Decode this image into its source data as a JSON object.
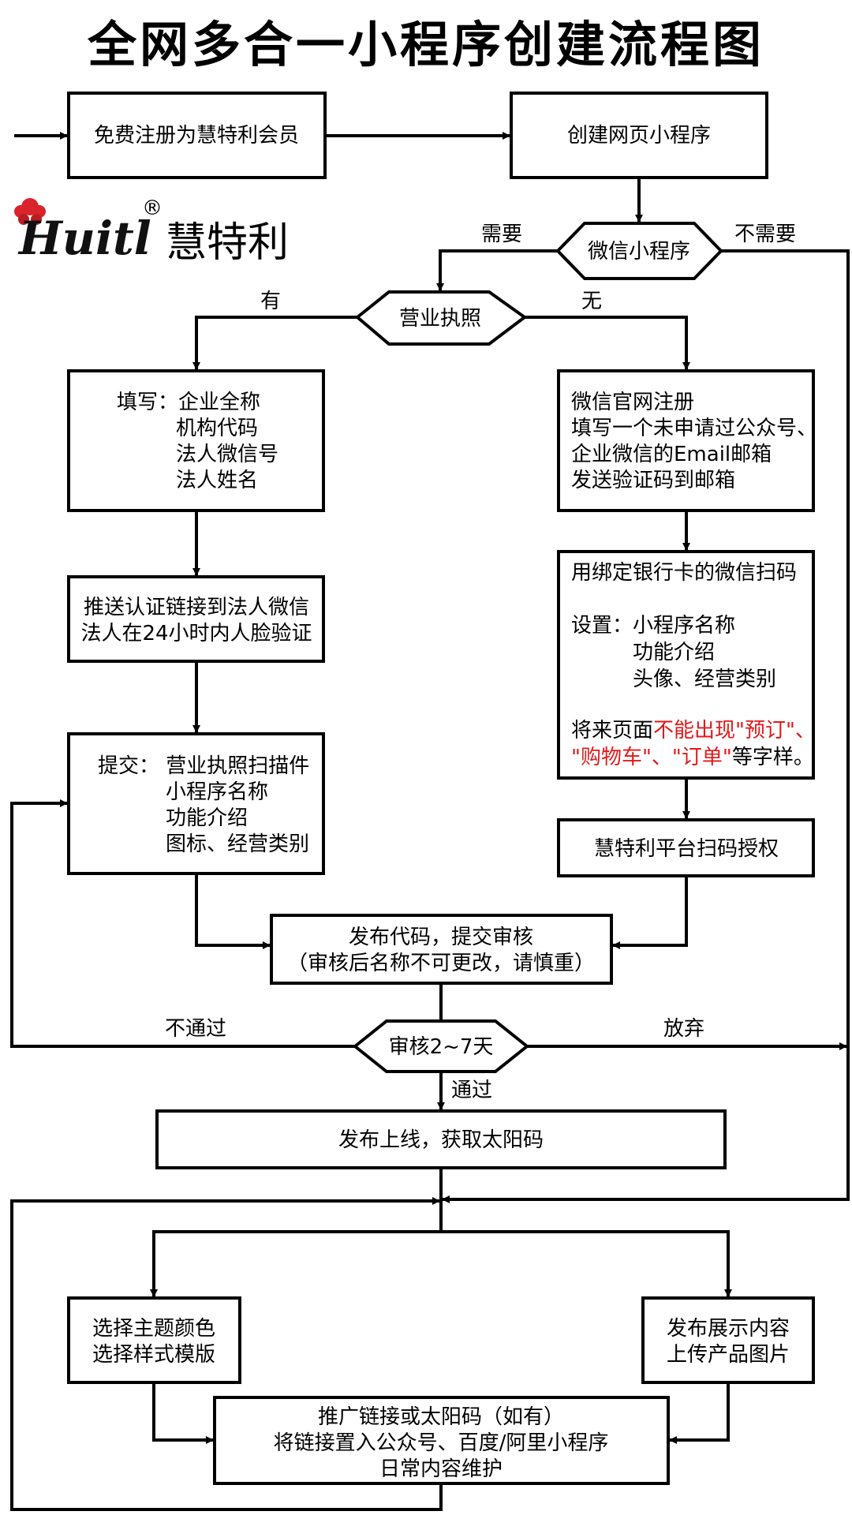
{
  "title": "全网多合一小程序创建流程图",
  "logo": {
    "brand_en": "Huitl",
    "registered": "®",
    "brand_cn": "慧特利"
  },
  "nodes": {
    "register": "免费注册为慧特利会员",
    "create": "创建网页小程序",
    "wechat_decision": "微信小程序",
    "license_decision": "营业执照",
    "fill_left": [
      "填写：企业全称",
      "机构代码",
      "法人微信号",
      "法人姓名"
    ],
    "fill_right": [
      "微信官网注册",
      "填写一个未申请过公众号、",
      "企业微信的Email邮箱",
      "发送验证码到邮箱"
    ],
    "push_verify": [
      "推送认证链接到法人微信",
      "法人在24小时内人脸验证"
    ],
    "bank_scan": {
      "line1": "用绑定银行卡的微信扫码",
      "line2": "设置：小程序名称",
      "line3": "功能介绍",
      "line4": "头像、经营类别",
      "line5_a": "将来页面",
      "line5_b": "不能出现\"预订\"、",
      "line6_a": "\"购物车\"、\"订单\"",
      "line6_b": "等字样。"
    },
    "submit": [
      "提交：  营业执照扫描件",
      "小程序名称",
      "功能介绍",
      "图标、经营类别"
    ],
    "platform_auth": "慧特利平台扫码授权",
    "publish_code": [
      "发布代码，提交审核",
      "（审核后名称不可更改，请慎重）"
    ],
    "review_decision": "审核2~7天",
    "go_live": "发布上线，获取太阳码",
    "theme": [
      "选择主题颜色",
      "选择样式模版"
    ],
    "content": [
      "发布展示内容",
      "上传产品图片"
    ],
    "promote": [
      "推广链接或太阳码（如有）",
      "将链接置入公众号、百度/阿里小程序",
      "日常内容维护"
    ]
  },
  "edge_labels": {
    "need": "需要",
    "no_need": "不需要",
    "has": "有",
    "none": "无",
    "fail": "不通过",
    "abandon": "放弃",
    "pass": "通过"
  },
  "colors": {
    "warning": "#e3191b",
    "logo_red": "#d8242a"
  }
}
